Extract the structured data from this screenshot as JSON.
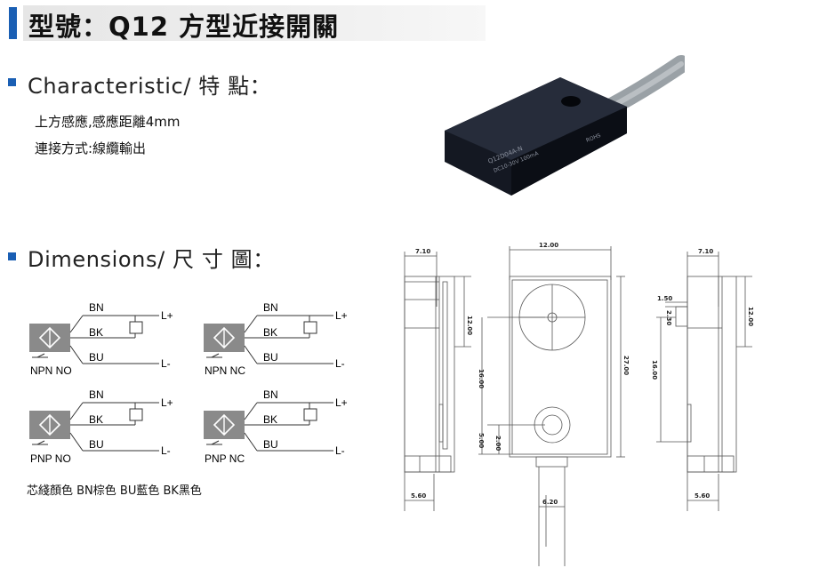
{
  "header": {
    "title": "型號：Q12 方型近接開關",
    "accent": "#1a5fb4"
  },
  "characteristic": {
    "title": "Characteristic/ 特 點：",
    "lines": [
      "上方感應,感應距離4mm",
      "連接方式:線纜輸出"
    ]
  },
  "photo": {
    "label_lines": [
      "Q12D04A-N",
      "DC10-30V 100mA",
      "ROHS"
    ]
  },
  "dimensions": {
    "title": "Dimensions/ 尺 寸 圖："
  },
  "wiring": {
    "wire_labels": {
      "bn": "BN",
      "bk": "BK",
      "bu": "BU",
      "lplus": "L+",
      "lminus": "L-"
    },
    "diagrams": [
      {
        "type": "NPN NO"
      },
      {
        "type": "NPN NC"
      },
      {
        "type": "PNP NO"
      },
      {
        "type": "PNP NC"
      }
    ],
    "legend": "芯綫顏色 BN棕色 BU藍色 BK黑色"
  },
  "dim_labels": {
    "side_width": "7.10",
    "top_width": "12.00",
    "height_top": "12.00",
    "height_right": "12.00",
    "mid_height": "16.00",
    "total_height": "27.00",
    "right_mid": "16.00",
    "bottom_left": "5.00",
    "bottom_small": "2.00",
    "notch_w": "1.50",
    "notch_h": "2.30",
    "base_left": "5.60",
    "base_right": "5.60",
    "cable_w": "6.20"
  }
}
